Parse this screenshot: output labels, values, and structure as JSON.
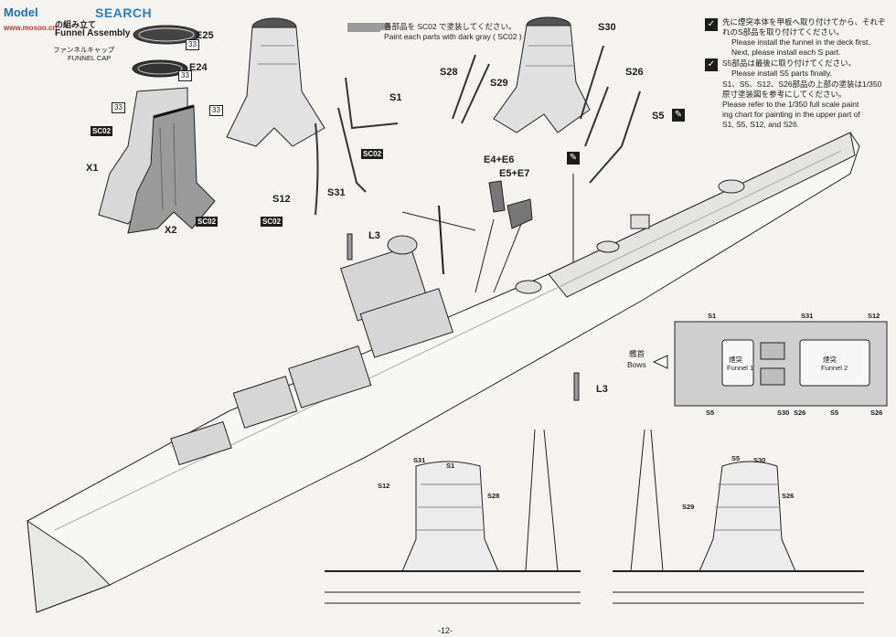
{
  "watermark": {
    "logo": "Model",
    "site": "SEARCH",
    "sub": "www.mosoo.cn"
  },
  "section": {
    "title_jp": "の組み立て",
    "title_en": "Funnel Assembly"
  },
  "funnel_cap": {
    "jp": "ファンネルキャップ",
    "en": "FUNNEL CAP"
  },
  "paint_note": {
    "jp": "各部品を SC02 で塗装してください。",
    "en": "Paint each parts with dark gray ( SC02 )"
  },
  "parts": {
    "E25": "E25",
    "E24": "E24",
    "X1": "X1",
    "X2": "X2",
    "S1": "S1",
    "S12": "S12",
    "S31": "S31",
    "S28": "S28",
    "S29": "S29",
    "S30": "S30",
    "S26": "S26",
    "S5": "S5",
    "E4E6": "E4+E6",
    "E5E7": "E5+E7",
    "L3a": "L3",
    "L3b": "L3"
  },
  "codes": {
    "sc02": "SC02",
    "n33": "33"
  },
  "instructions": [
    {
      "jp": "先に煙突本体を甲板へ取り付けてから、それぞれのS部品を取り付けてください。",
      "en1": "Please install the funnel in the deck first.",
      "en2": "Next, please install each S part."
    },
    {
      "jp": "S5部品は最後に取り付けてください。",
      "en1": "Please install S5 parts finally."
    },
    {
      "jp": "S1、S5、S12、S26部品の上部の塗装は1/350原寸塗装図を参考にしてください。",
      "en1": "Please refer to the 1/350 full scale paint",
      "en2": "ing chart for painting in the upper part of",
      "en3": "S1, S5, S12, and S26."
    }
  ],
  "inset": {
    "bows_jp": "艦首",
    "bows_en": "Bows",
    "funnel1_jp": "煙突",
    "funnel1_en": "Funnel 1",
    "funnel2_jp": "煙突",
    "funnel2_en": "Funnel 2",
    "labels": [
      "S1",
      "S31",
      "S12",
      "S5",
      "S30",
      "S26",
      "S5",
      "S26"
    ]
  },
  "elevation_labels": {
    "left": [
      "S31",
      "S12",
      "S28",
      "S1"
    ],
    "right": [
      "S5",
      "S30",
      "S29",
      "S26"
    ]
  },
  "page_number": "-12-"
}
